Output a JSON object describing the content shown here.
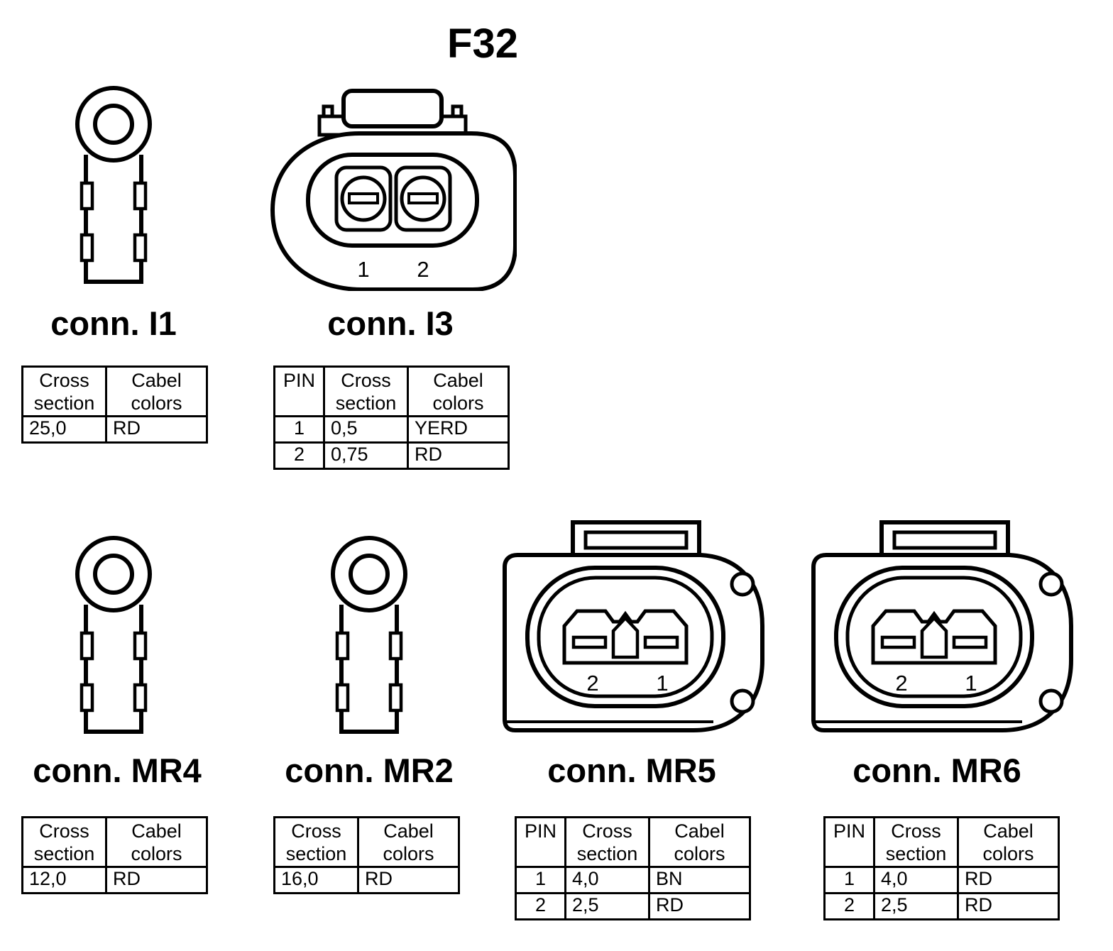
{
  "title": "F32",
  "connectors": [
    {
      "id": "I1",
      "label": "conn. I1",
      "type": "ring-terminal",
      "table": {
        "headers": [
          "Cross section",
          "Cabel colors"
        ],
        "rows": [
          [
            "25,0",
            "RD"
          ]
        ]
      }
    },
    {
      "id": "I3",
      "label": "conn. I3",
      "type": "2-pin-plug",
      "pin_labels": [
        "1",
        "2"
      ],
      "table": {
        "headers": [
          "PIN",
          "Cross section",
          "Cabel colors"
        ],
        "rows": [
          [
            "1",
            "0,5",
            "YERD"
          ],
          [
            "2",
            "0,75",
            "RD"
          ]
        ]
      }
    },
    {
      "id": "MR4",
      "label": "conn. MR4",
      "type": "ring-terminal",
      "table": {
        "headers": [
          "Cross section",
          "Cabel colors"
        ],
        "rows": [
          [
            "12,0",
            "RD"
          ]
        ]
      }
    },
    {
      "id": "MR2",
      "label": "conn. MR2",
      "type": "ring-terminal",
      "table": {
        "headers": [
          "Cross section",
          "Cabel colors"
        ],
        "rows": [
          [
            "16,0",
            "RD"
          ]
        ]
      }
    },
    {
      "id": "MR5",
      "label": "conn. MR5",
      "type": "2-pin-socket",
      "pin_labels": [
        "2",
        "1"
      ],
      "table": {
        "headers": [
          "PIN",
          "Cross section",
          "Cabel colors"
        ],
        "rows": [
          [
            "1",
            "4,0",
            "BN"
          ],
          [
            "2",
            "2,5",
            "RD"
          ]
        ]
      }
    },
    {
      "id": "MR6",
      "label": "conn. MR6",
      "type": "2-pin-socket",
      "pin_labels": [
        "2",
        "1"
      ],
      "table": {
        "headers": [
          "PIN",
          "Cross section",
          "Cabel colors"
        ],
        "rows": [
          [
            "1",
            "4,0",
            "RD"
          ],
          [
            "2",
            "2,5",
            "RD"
          ]
        ]
      }
    }
  ]
}
